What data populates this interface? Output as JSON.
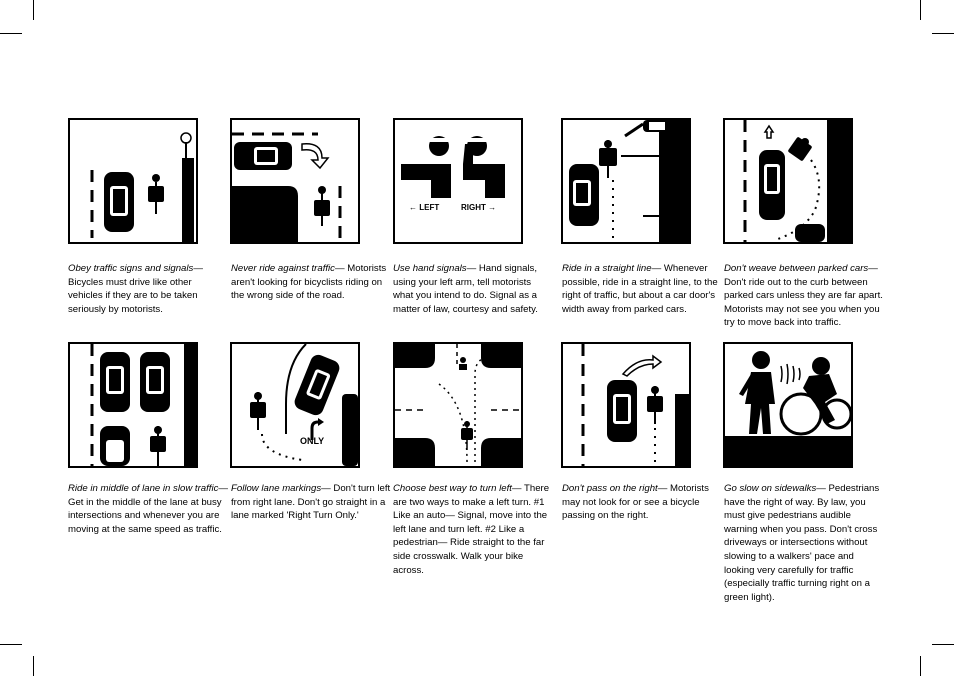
{
  "tips": [
    {
      "id": "obey-signs",
      "title": "Obey traffic signs and signals",
      "body": "Bicycles must drive like other vehicles if they are to be taken seriously by motorists."
    },
    {
      "id": "never-against",
      "title": "Never ride against traffic",
      "body": "Motorists aren't looking for bicyclists riding on the wrong side of the road."
    },
    {
      "id": "hand-signals",
      "title": "Use hand signals",
      "body": "Hand signals, using your left arm, tell motorists what you intend to do. Signal as a matter of law, courtesy and safety.",
      "labels": {
        "left": "← LEFT",
        "right": "RIGHT →"
      }
    },
    {
      "id": "straight-line",
      "title": "Ride in a straight line",
      "body": "Whenever possible, ride in a straight line, to the right of traffic, but about a car door's width away from parked cars."
    },
    {
      "id": "dont-weave",
      "title": "Don't weave between parked cars",
      "body": "Don't ride out to the curb between parked cars unless they are far apart. Motorists may not see you when you try to move back into traffic."
    },
    {
      "id": "middle-lane",
      "title": "Ride in middle of lane in slow traffic",
      "body": "Get in the middle of the lane at busy intersections and whenever you are moving at the same speed as traffic."
    },
    {
      "id": "lane-markings",
      "title": "Follow lane markings",
      "body": "Don't turn left from right lane. Don't go straight in a lane marked 'Right Turn Only.'",
      "labels": {
        "only": "ONLY"
      }
    },
    {
      "id": "turn-left",
      "title": "Choose best way to turn left",
      "body": "There are two ways to make a left turn. #1 Like an auto— Signal, move into the left lane and turn left. #2 Like a pedestrian— Ride straight to the far side crosswalk. Walk your bike across."
    },
    {
      "id": "dont-pass-right",
      "title": "Don't pass on the right",
      "body": "Motorists may not look for or see a bicycle passing on the right."
    },
    {
      "id": "sidewalks",
      "title": "Go slow on sidewalks",
      "body": "Pedestrians have the right of way. By law, you must give pedestrians audible warning when you pass. Don't cross driveways or intersections without slowing to a walkers' pace and looking very carefully for traffic (especially traffic turning right on a green light)."
    }
  ]
}
